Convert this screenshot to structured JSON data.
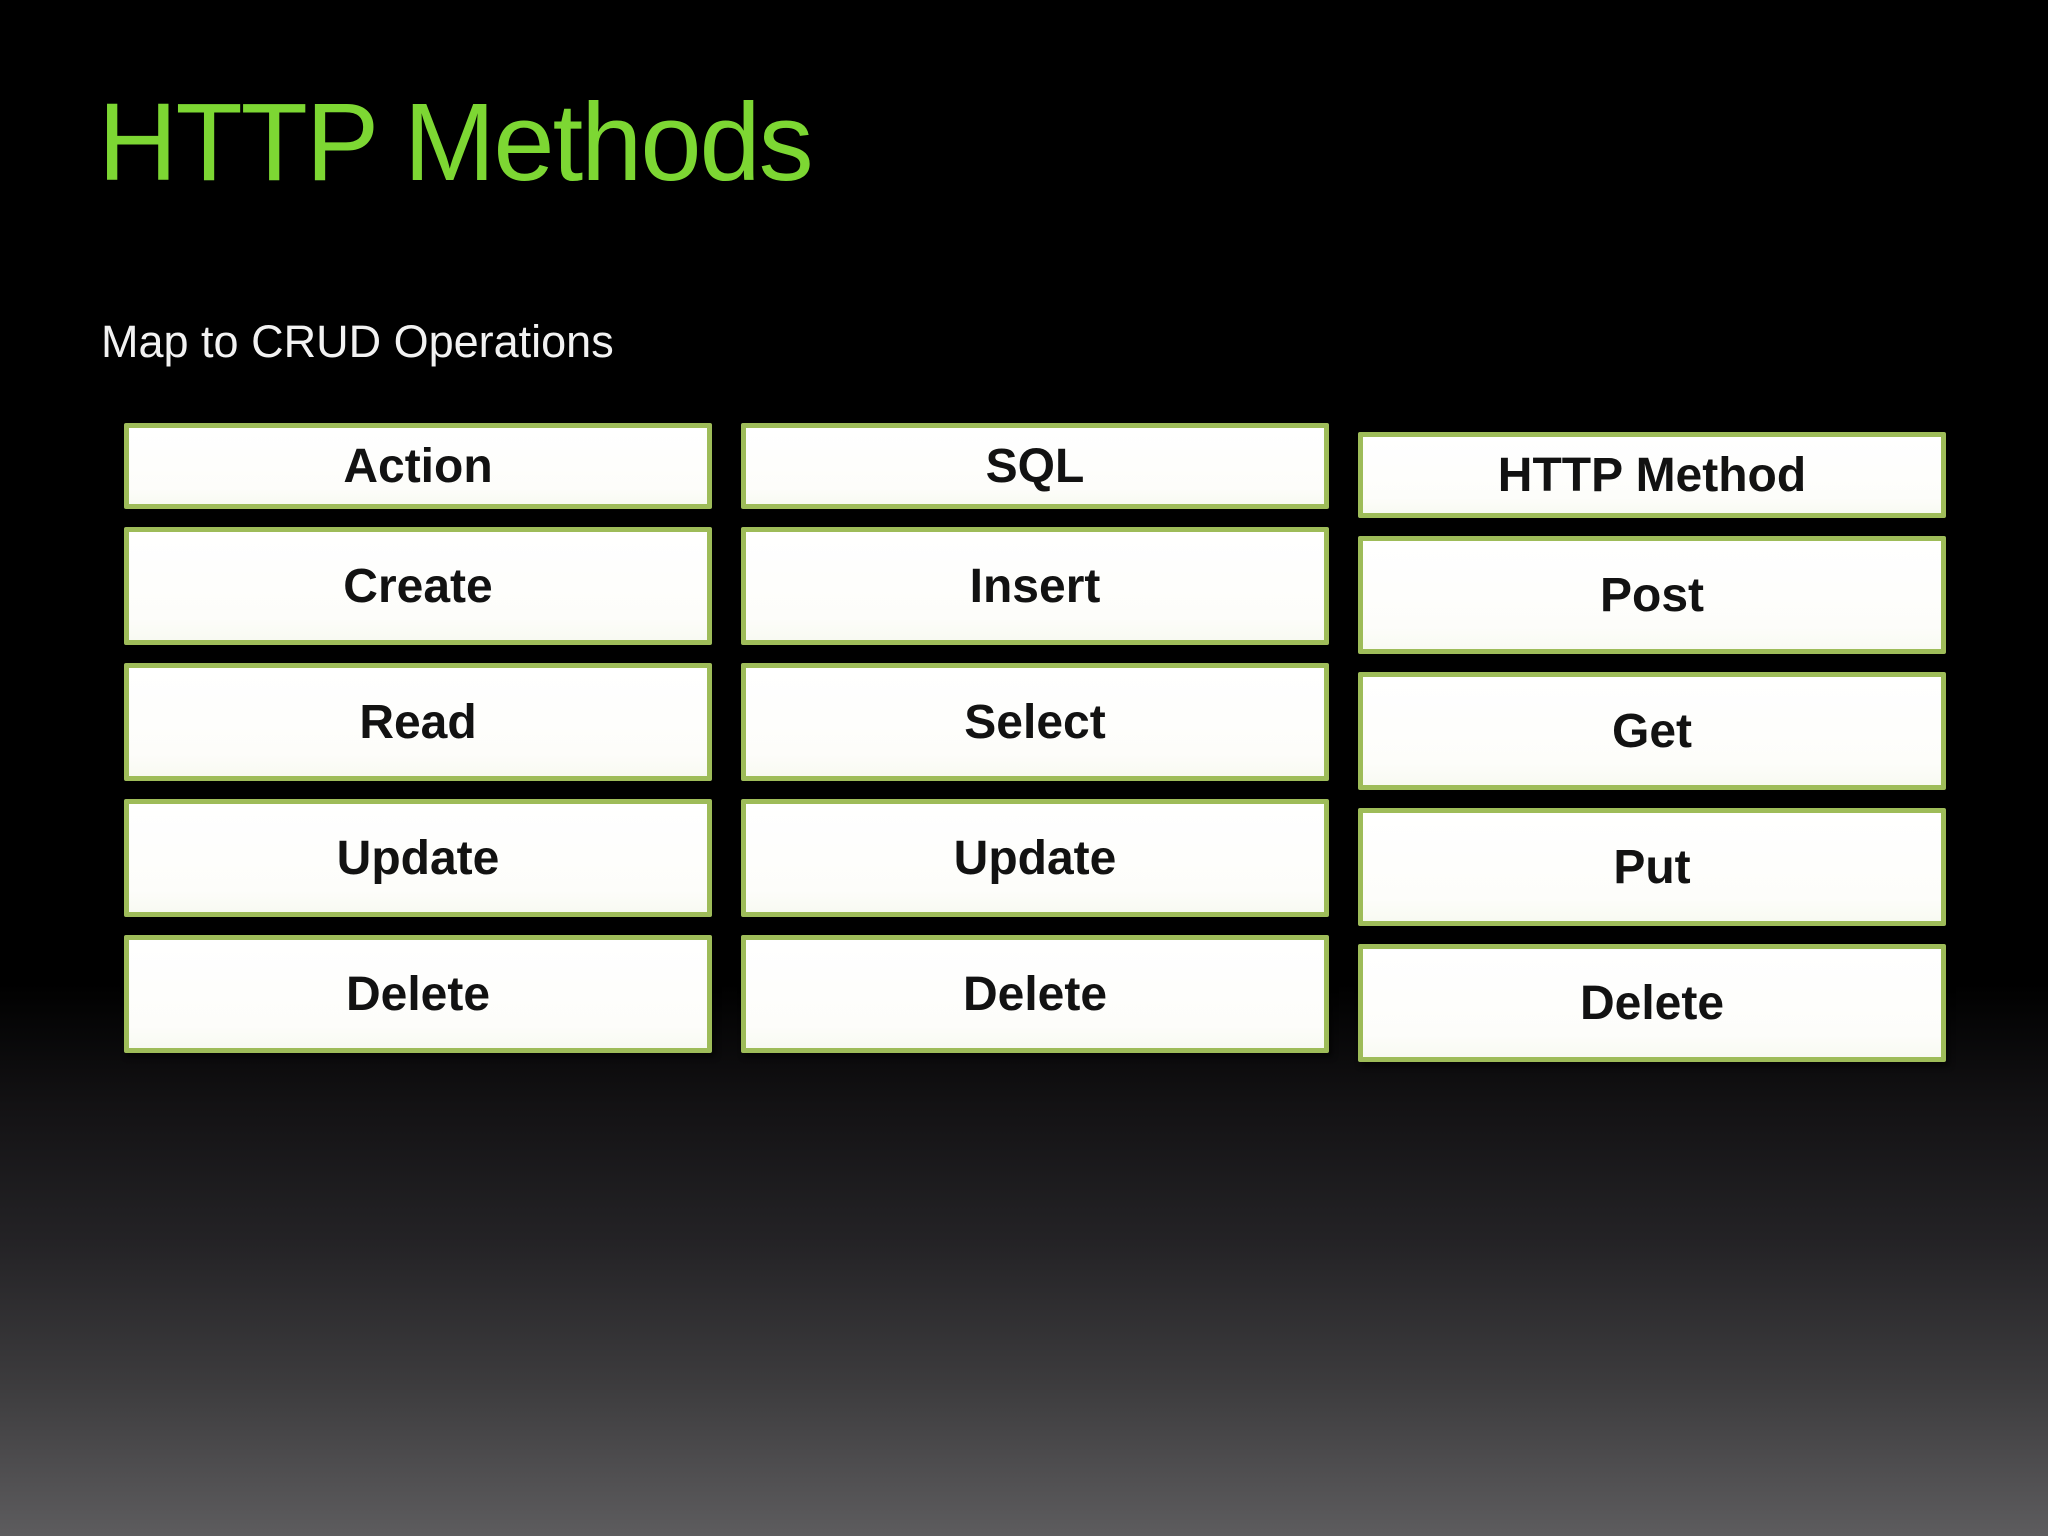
{
  "slide": {
    "title": "HTTP Methods",
    "subtitle": "Map to CRUD Operations",
    "colors": {
      "title_green": "#7dd733",
      "box_border_green": "#9ebc59",
      "box_fill": "#ffffff",
      "box_text": "#121212",
      "subtitle_text": "#f2f2f2",
      "background_top": "#000000",
      "background_bottom": "#5d5c5e"
    },
    "table": {
      "columns": [
        {
          "header": "Action",
          "rows": [
            "Create",
            "Read",
            "Update",
            "Delete"
          ]
        },
        {
          "header": "SQL",
          "rows": [
            "Insert",
            "Select",
            "Update",
            "Delete"
          ]
        },
        {
          "header": "HTTP Method",
          "rows": [
            "Post",
            "Get",
            "Put",
            "Delete"
          ]
        }
      ]
    }
  }
}
